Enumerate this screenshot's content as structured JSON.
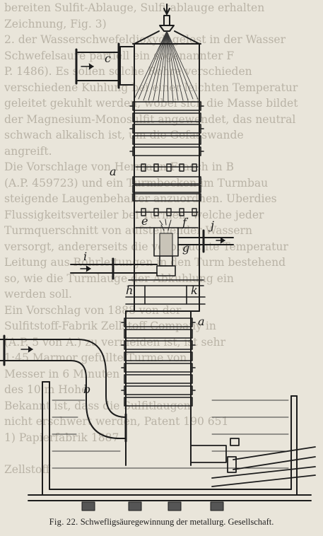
{
  "background_lines": [
    "bereiten Sulfit-Ablauge, Sulfitablauge erhalten",
    "Zeichnung, Fig. 3)",
    "2. der Wasserschwefeldioxyd, gelost in der Wasser",
    "Schwefelsaure partiell ein sogenannter F",
    "P. 1486). Es sollen solche Rohre verschieden",
    "verschiedene Kuhlung bei einer leichten Temperatur",
    "geleitet gekuhlt werden, wobei sich die Masse bildet",
    "der Magnesium-Monosulfit angewendet, das neutral",
    "schwach alkalisch ist, um die Gefasswande",
    "angreift.",
    "Die Vorschlage von Hermann Frasch in B",
    "(A.P. 459723) und ein Turmbecken im Turmbau",
    "steigende Laugenbehalter anzuordnen. Uberdies",
    "Flussigkeitsverteiler bei Turmen, welche jeder",
    "Turmquerschnitt von aufsteigender Wassern",
    "versorgt, andererseits die verbrauchte Temperatur",
    "Leitung aus Rohrleitungen in den Turm bestehend",
    "so, wie die Turmlauge der Abkuhlung ein",
    "werden soll.",
    "Ein Vorschlag von 1888 von der",
    "Sulfitstoff-Fabrik Zellstoff Company in",
    "(A.P. 5 von A.) zu vermeiden ist, ist sehr",
    "1:45 Marmor gefullte Turme von",
    "Messer in 6 Minuten",
    "des 10 m Hohe",
    "Bekannt ist, dass die Sulfitlaugen",
    "nicht erschwert werden, Patent 190 651",
    "1) Papierfabrik 1887",
    "",
    "Zellstoff"
  ],
  "figure": {
    "labels": {
      "c": "c",
      "a_top": "a",
      "e": "e",
      "f": "f",
      "j": "j",
      "i": "i",
      "g": "g",
      "h": "h",
      "k": "k",
      "a_bottom": "a",
      "b": "b"
    }
  },
  "caption": {
    "figure_number": "Fig. 22.",
    "text": "Schwefligsäuregewinnung der metallurg. Gesellschaft."
  }
}
